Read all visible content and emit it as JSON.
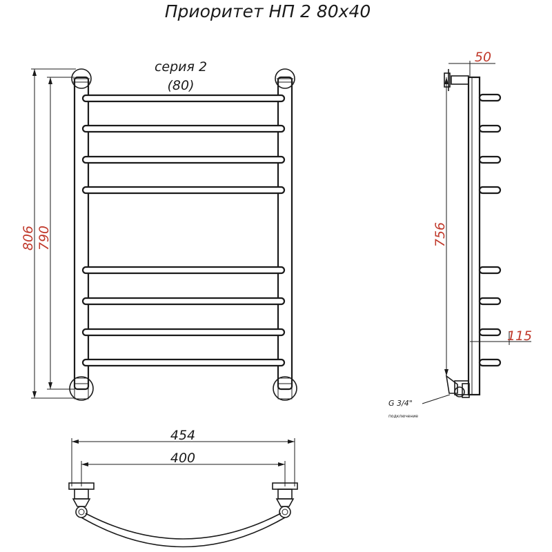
{
  "title": "Приоритет НП 2 80х40",
  "series_label": "серия 2",
  "series_sub": "(80)",
  "dims": {
    "height_total": "806",
    "height_axis": "790",
    "side_height": "756",
    "depth_top": "50",
    "depth_bottom": "115",
    "width_total": "454",
    "width_axis": "400"
  },
  "connection": {
    "thread": "G 3/4\"",
    "note": "подключение"
  },
  "colors": {
    "line": "#1a1a1a",
    "dimension_red": "#c0392b"
  }
}
